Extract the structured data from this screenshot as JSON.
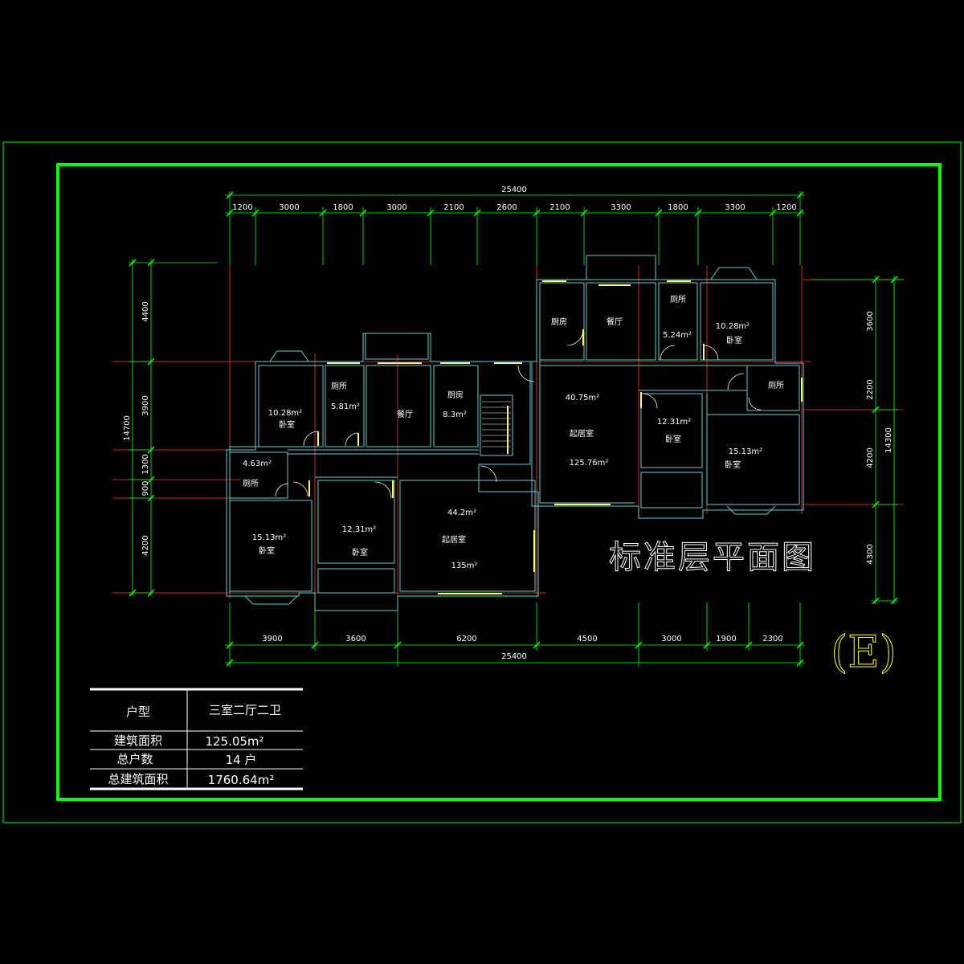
{
  "colors": {
    "background": "#000000",
    "frame": "#00ff00",
    "dimension": "#00ff00",
    "wall": "#66cccc",
    "window": "#ffff66",
    "axis": "#ff3333",
    "text": "#ffffff",
    "grade": "#ffff00"
  },
  "drawing_title": "标准层平面图",
  "unit_type_mark": "(E)",
  "top_dims": {
    "total": "25400",
    "segments": [
      "1200",
      "3000",
      "1800",
      "3000",
      "2100",
      "2600",
      "2100",
      "3300",
      "1800",
      "3300",
      "1200"
    ]
  },
  "bottom_dims": {
    "total": "25400",
    "segments": [
      "3900",
      "3600",
      "6200",
      "4500",
      "3000",
      "1900",
      "2300"
    ]
  },
  "left_dims": {
    "total": "14700",
    "segments": [
      "4400",
      "3900",
      "1300",
      "900",
      "4200"
    ]
  },
  "right_dims": {
    "total": "14300",
    "segments": [
      "3600",
      "2200",
      "4200",
      "4300"
    ]
  },
  "rooms": {
    "bed_w1_area": "10.28m²",
    "bed_w1_name": "卧室",
    "wc_w1_name": "厕所",
    "wc_w1_area": "5.81m²",
    "dining_w_name": "餐厅",
    "kitchen_w_name": "厨房",
    "kitchen_w_area": "8.3m²",
    "wc_w2_area": "4.63m²",
    "wc_w2_name": "厕所",
    "bed_w2_area": "15.13m²",
    "bed_w2_name": "卧室",
    "bed_w3_area": "12.31m²",
    "bed_w3_name": "卧室",
    "living_w_area": "44.2m²",
    "living_w_name": "起居室",
    "living_w_total": "135m²",
    "kitchen_e_name": "厨房",
    "dining_e_name": "餐厅",
    "wc_e1_name": "厕所",
    "wc_e1_area": "5.24m²",
    "bed_e1_area": "10.28m²",
    "bed_e1_name": "卧室",
    "wc_e2_name": "厕所",
    "living_e_area": "40.75m²",
    "living_e_name": "起居室",
    "living_e_total": "125.76m²",
    "bed_e2_area": "12.31m²",
    "bed_e2_name": "卧室",
    "bed_e3_area": "15.13m²",
    "bed_e3_name": "卧室"
  },
  "info_table": {
    "row1_label": "户型",
    "row1_value": "三室二厅二卫",
    "row2_label": "建筑面积",
    "row2_value": "125.05m²",
    "row3_label": "总户数",
    "row3_value": "14 户",
    "row4_label": "总建筑面积",
    "row4_value": "1760.64m²"
  }
}
